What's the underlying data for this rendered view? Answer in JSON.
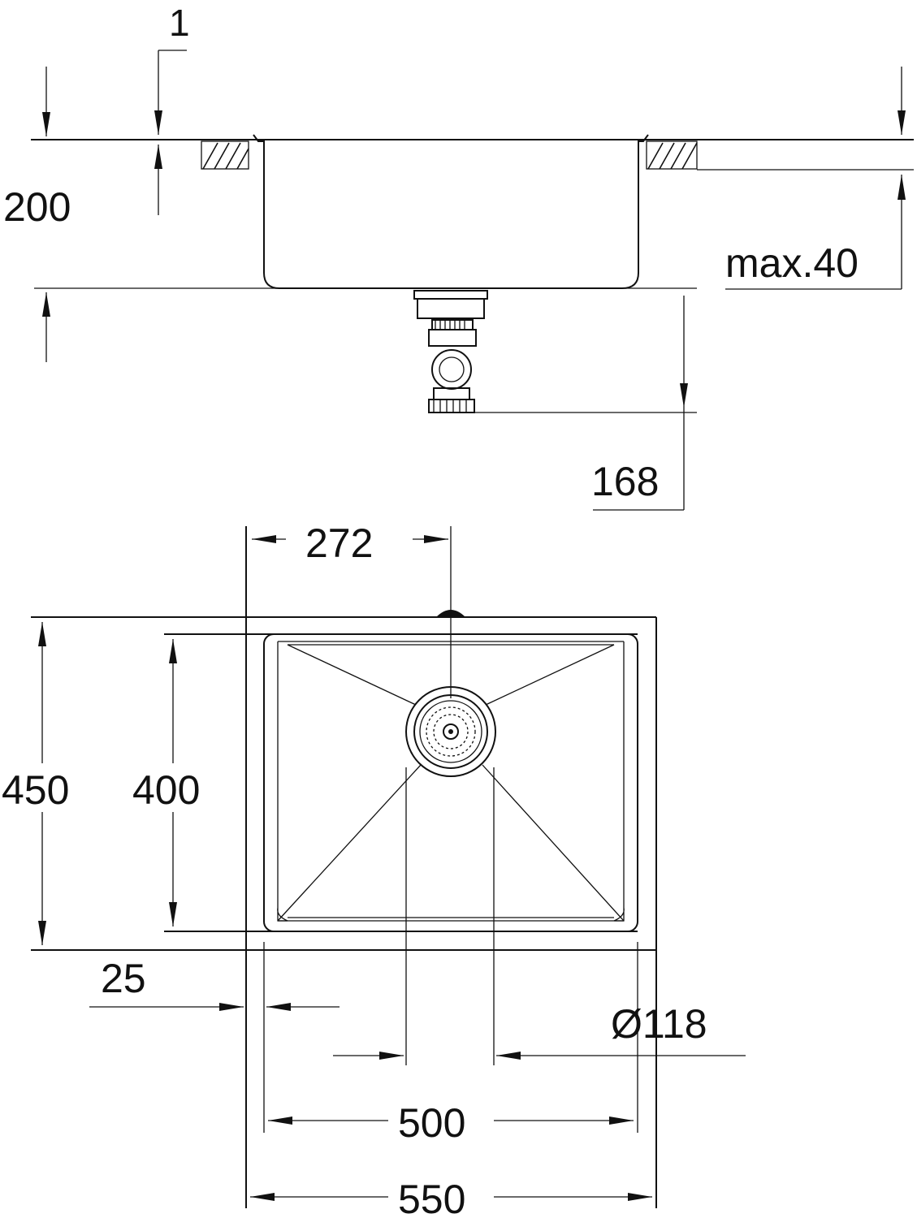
{
  "side_view": {
    "part_label": "1",
    "height": "200",
    "max_counter": "max.40",
    "drain_depth": "168"
  },
  "top_view": {
    "drain_offset": "272",
    "outer_depth": "450",
    "inner_depth": "400",
    "rim": "25",
    "drain_diameter": "Ø118",
    "inner_width": "500",
    "outer_width": "550"
  }
}
